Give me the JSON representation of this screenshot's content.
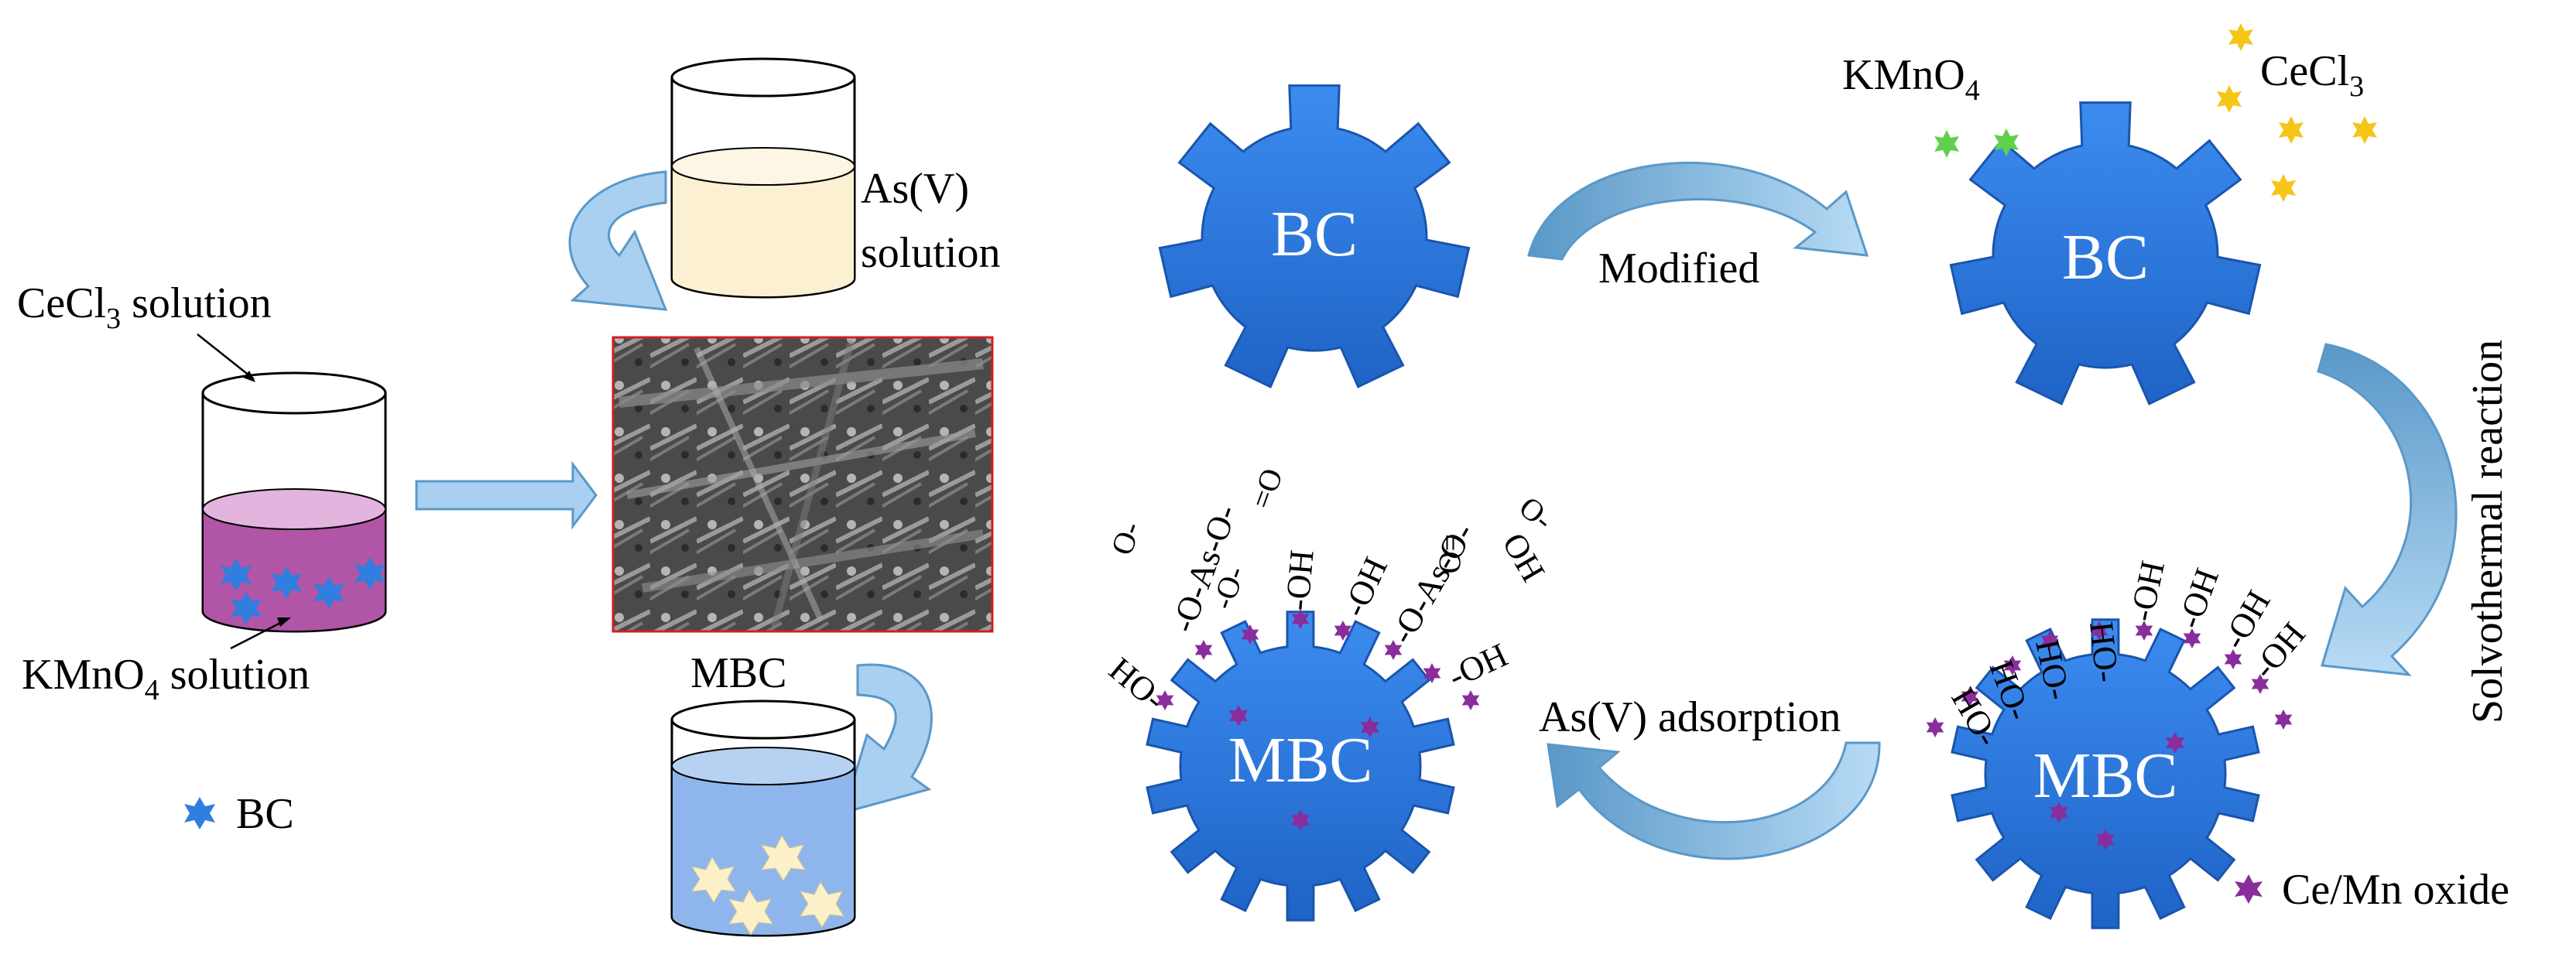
{
  "labels": {
    "cecl3_solution": "CeCl",
    "cecl3_solution_sub": "3",
    "cecl3_solution_tail": " solution",
    "kmno4_solution": "KMnO",
    "kmno4_solution_sub": "4",
    "kmno4_solution_tail": " solution",
    "bc_legend": "BC",
    "as_solution_line1": "As(V)",
    "as_solution_line2": "solution",
    "mbc_label": "MBC",
    "bc_gear": "BC",
    "modified": "Modified",
    "kmno4": "KMnO",
    "kmno4_sub": "4",
    "cecl3": "CeCl",
    "cecl3_sub": "3",
    "solvothermal": "Solvothermal reaction",
    "as_adsorption": "As(V) adsorption",
    "mbc_gear": "MBC",
    "ce_mn_oxide": "Ce/Mn oxide",
    "oh": "OH",
    "ho": "HO",
    "o_as_o": "O-As-O",
    "eq_o": "=O",
    "o_minus": "O",
    "minus": "-"
  },
  "colors": {
    "gear_blue": "#2f7ee0",
    "arrow_blue": "#8fc3ec",
    "arrow_dark": "#4f8fc2",
    "purple_dot": "#8a2d9c",
    "magenta_solution": "#b155a6",
    "cream_solution": "#fbf0d2",
    "blue_solution": "#8eb6ec",
    "green_star": "#5fd14b",
    "yellow_star": "#f5c518"
  }
}
